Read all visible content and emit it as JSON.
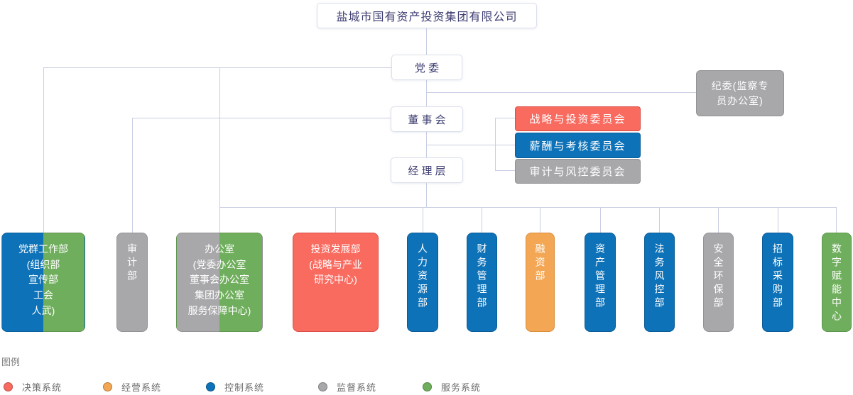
{
  "company": {
    "name": "盐城市国有资产投资集团有限公司"
  },
  "governance": {
    "party_committee": "党 委",
    "board_of_directors": "董 事 会",
    "management_layer": "经 理 层",
    "discipline_committee": "纪委(监察专\n员办公室)"
  },
  "committees": [
    {
      "label": "战略与投资委员会",
      "system": "决策系统"
    },
    {
      "label": "薪酬与考核委员会",
      "system": "控制系统"
    },
    {
      "label": "审计与风控委员会",
      "system": "监督系统"
    }
  ],
  "departments": [
    {
      "label": "党群工作部\n(组织部\n宣传部\n工会\n人武)",
      "system": "控制系统/服务系统"
    },
    {
      "label": "审计部",
      "system": "监督系统"
    },
    {
      "label": "办公室\n(党委办公室\n董事会办公室\n集团办公室\n服务保障中心)",
      "system": "监督系统/服务系统"
    },
    {
      "label": "投资发展部\n(战略与产业\n研究中心)",
      "system": "决策系统"
    },
    {
      "label": "人力资源部",
      "system": "控制系统"
    },
    {
      "label": "财务管理部",
      "system": "控制系统"
    },
    {
      "label": "融资部",
      "system": "经营系统"
    },
    {
      "label": "资产管理部",
      "system": "控制系统"
    },
    {
      "label": "法务风控部",
      "system": "控制系统"
    },
    {
      "label": "安全环保部",
      "system": "监督系统"
    },
    {
      "label": "招标采购部",
      "system": "控制系统"
    },
    {
      "label": "数字赋能中心",
      "system": "服务系统"
    }
  ],
  "legend": {
    "title": "图例",
    "items": [
      {
        "label": "决策系统",
        "color": "#f96a5f"
      },
      {
        "label": "经营系统",
        "color": "#f3a653"
      },
      {
        "label": "控制系统",
        "color": "#0e72b8"
      },
      {
        "label": "监督系统",
        "color": "#a8a8ab"
      },
      {
        "label": "服务系统",
        "color": "#6fae5c"
      }
    ]
  },
  "palette": {
    "decision_red": "#f96a5f",
    "operation_orange": "#f3a653",
    "control_blue": "#0e72b8",
    "supervision_gray": "#a8a8ab",
    "service_green": "#6fae5c",
    "connector_line": "#c9cee2",
    "box_text_navy": "#3d3d72"
  }
}
